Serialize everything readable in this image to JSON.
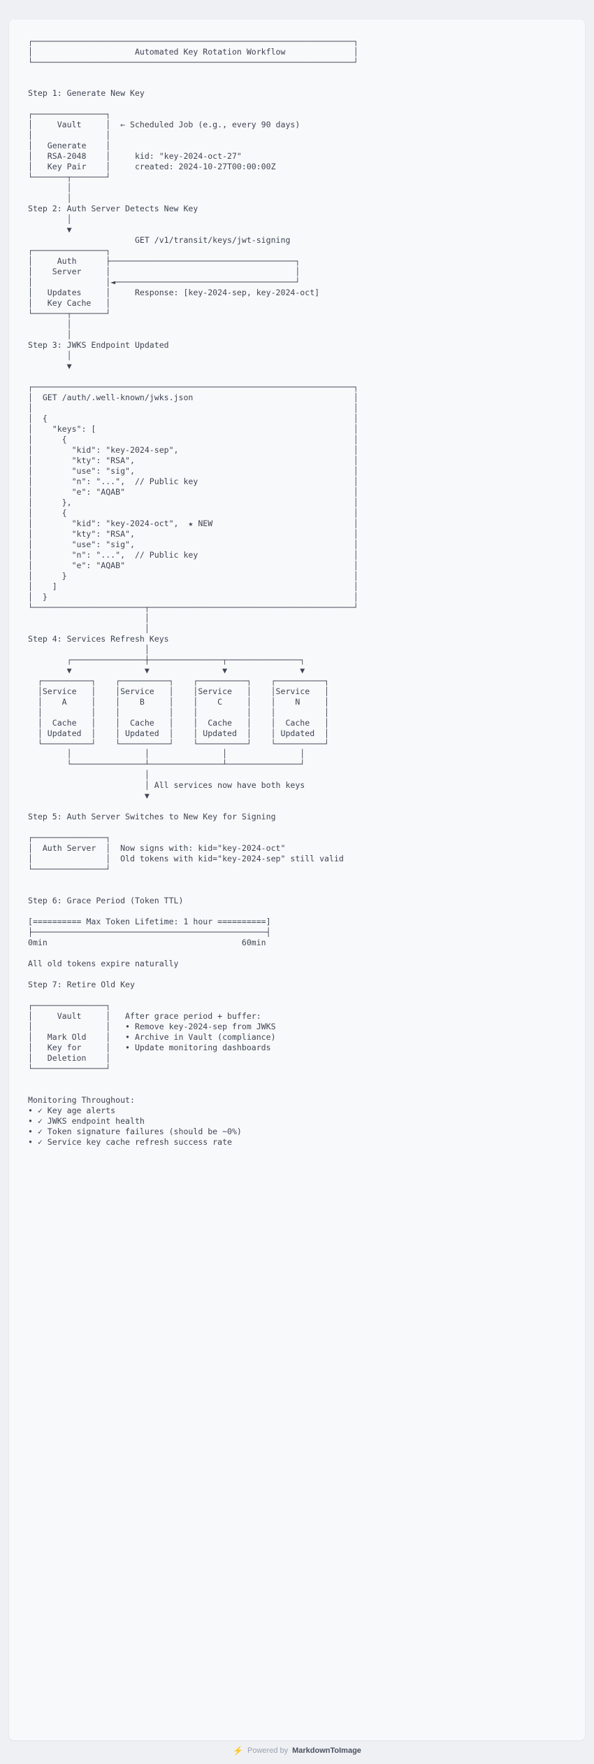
{
  "document": {
    "title": "Automated Key Rotation Workflow",
    "type": "ascii-diagram"
  },
  "diagram": {
    "title_box": [
      "┌────────────────────────────────────────────────────────────┐",
      "│                Automated Key Rotation Workflow             │",
      "└────────────────────────────────────────────────────────────┘"
    ],
    "steps": [
      {
        "id": 1,
        "heading": "Step 1: Generate New Key",
        "box_label": [
          "Vault",
          "",
          "Generate",
          "RSA-2048",
          "Key Pair"
        ],
        "annotations": [
          "← Scheduled Job (e.g., every 90 days)",
          "kid: \"key-2024-oct-27\"",
          "created: 2024-10-27T00:00:00Z"
        ]
      },
      {
        "id": 2,
        "heading": "Step 2: Auth Server Detects New Key",
        "box_label": [
          "Auth",
          "Server",
          "",
          "Updates",
          "Key Cache"
        ],
        "annotations": [
          "GET /v1/transit/keys/jwt-signing",
          "Response: [key-2024-sep, key-2024-oct]"
        ]
      },
      {
        "id": 3,
        "heading": "Step 3: JWKS Endpoint Updated",
        "endpoint": "GET /auth/.well-known/jwks.json",
        "json_lines": [
          "{",
          "  \"keys\": [",
          "    {",
          "      \"kid\": \"key-2024-sep\",",
          "      \"kty\": \"RSA\",",
          "      \"use\": \"sig\",",
          "      \"n\": \"...\",  // Public key",
          "      \"e\": \"AQAB\"",
          "    },",
          "    {",
          "      \"kid\": \"key-2024-oct\",  ★ NEW",
          "      \"kty\": \"RSA\",",
          "      \"use\": \"sig\",",
          "      \"n\": \"...\",  // Public key",
          "      \"e\": \"AQAB\"",
          "    }",
          "  ]",
          "}"
        ],
        "new_key_marker": "★ NEW"
      },
      {
        "id": 4,
        "heading": "Step 4: Services Refresh Keys",
        "services": [
          "A",
          "B",
          "C",
          "N"
        ],
        "service_box_lines": [
          "Service",
          "",
          "Cache",
          "Updated"
        ],
        "note": "All services now have both keys"
      },
      {
        "id": 5,
        "heading": "Step 5: Auth Server Switches to New Key for Signing",
        "box_label": [
          "Auth Server",
          ""
        ],
        "annotations": [
          "Now signs with: kid=\"key-2024-oct\"",
          "Old tokens with kid=\"key-2024-sep\" still valid"
        ]
      },
      {
        "id": 6,
        "heading": "Step 6: Grace Period (Token TTL)",
        "bar_label": "[========== Max Token Lifetime: 1 hour ==========]",
        "axis_start": "0min",
        "axis_end": "60min",
        "note": "All old tokens expire naturally"
      },
      {
        "id": 7,
        "heading": "Step 7: Retire Old Key",
        "box_label": [
          "Vault",
          "",
          "Mark Old",
          "Key for",
          "Deletion"
        ],
        "annotations": [
          "After grace period + buffer:",
          "• Remove key-2024-sep from JWKS",
          "• Archive in Vault (compliance)",
          "• Update monitoring dashboards"
        ]
      }
    ],
    "monitoring": {
      "heading": "Monitoring Throughout:",
      "items": [
        "• ✓ Key age alerts",
        "• ✓ JWKS endpoint health",
        "• ✓ Token signature failures (should be ~0%)",
        "• ✓ Service key cache refresh success rate"
      ]
    },
    "full_text": "┌──────────────────────────────────────────────────────────────────┐\n│                     Automated Key Rotation Workflow              │\n└──────────────────────────────────────────────────────────────────┘\n\n\nStep 1: Generate New Key\n\n┌───────────────┐\n│     Vault     │  ← Scheduled Job (e.g., every 90 days)\n│               │\n│   Generate    │\n│   RSA-2048    │     kid: \"key-2024-oct-27\"\n│   Key Pair    │     created: 2024-10-27T00:00:00Z\n└───────┬───────┘\n        │\n        │\nStep 2: Auth Server Detects New Key\n        │\n        ▼\n                      GET /v1/transit/keys/jwt-signing\n┌───────────────┐\n│     Auth      ├──────────────────────────────────────┐\n│    Server     │                                      │\n│               │◄─────────────────────────────────────┘\n│   Updates     │     Response: [key-2024-sep, key-2024-oct]\n│   Key Cache   │\n└───────┬───────┘\n        │\n        │\nStep 3: JWKS Endpoint Updated\n        │\n        ▼\n\n┌──────────────────────────────────────────────────────────────────┐\n│  GET /auth/.well-known/jwks.json                                 │\n│                                                                  │\n│  {                                                               │\n│    \"keys\": [                                                     │\n│      {                                                           │\n│        \"kid\": \"key-2024-sep\",                                    │\n│        \"kty\": \"RSA\",                                             │\n│        \"use\": \"sig\",                                             │\n│        \"n\": \"...\",  // Public key                                │\n│        \"e\": \"AQAB\"                                               │\n│      },                                                          │\n│      {                                                           │\n│        \"kid\": \"key-2024-oct\",  ★ NEW                             │\n│        \"kty\": \"RSA\",                                             │\n│        \"use\": \"sig\",                                             │\n│        \"n\": \"...\",  // Public key                                │\n│        \"e\": \"AQAB\"                                               │\n│      }                                                           │\n│    ]                                                             │\n│  }                                                               │\n└───────────────────────┬──────────────────────────────────────────┘\n                        │\n                        │\nStep 4: Services Refresh Keys\n                        │\n        ┌───────────────┼───────────────┬───────────────┐\n        ▼               ▼               ▼               ▼\n  ┌──────────┐    ┌──────────┐    ┌──────────┐    ┌──────────┐\n  │Service   │    │Service   │    │Service   │    │Service   │\n  │    A     │    │    B     │    │    C     │    │    N     │\n  │          │    │          │    │          │    │          │\n  │  Cache   │    │  Cache   │    │  Cache   │    │  Cache   │\n  │ Updated  │    │ Updated  │    │ Updated  │    │ Updated  │\n  └──────────┘    └──────────┘    └──────────┘    └──────────┘\n        │               │               │               │\n        └───────────────┴───────────────┴───────────────┘\n                        │\n                        │ All services now have both keys\n                        ▼\n\nStep 5: Auth Server Switches to New Key for Signing\n\n┌───────────────┐\n│  Auth Server  │  Now signs with: kid=\"key-2024-oct\"\n│               │  Old tokens with kid=\"key-2024-sep\" still valid\n└───────────────┘\n\n\nStep 6: Grace Period (Token TTL)\n\n[========== Max Token Lifetime: 1 hour ==========]\n├────────────────────────────────────────────────┤\n0min                                        60min\n\nAll old tokens expire naturally\n\nStep 7: Retire Old Key\n\n┌───────────────┐\n│     Vault     │   After grace period + buffer:\n│               │   • Remove key-2024-sep from JWKS\n│   Mark Old    │   • Archive in Vault (compliance)\n│   Key for     │   • Update monitoring dashboards\n│   Deletion    │\n└───────────────┘\n\n\nMonitoring Throughout:\n• ✓ Key age alerts\n• ✓ JWKS endpoint health\n• ✓ Token signature failures (should be ~0%)\n• ✓ Service key cache refresh success rate"
  },
  "footer": {
    "icon": "lightning-bolt-icon",
    "powered_by": "Powered by",
    "brand": "MarkdownToImage"
  },
  "colors": {
    "page_background": "#eef0f3",
    "card_background": "#f8f9fb",
    "text": "#3d4452",
    "footer_muted": "#9aa2b1",
    "footer_brand": "#4a5161"
  }
}
